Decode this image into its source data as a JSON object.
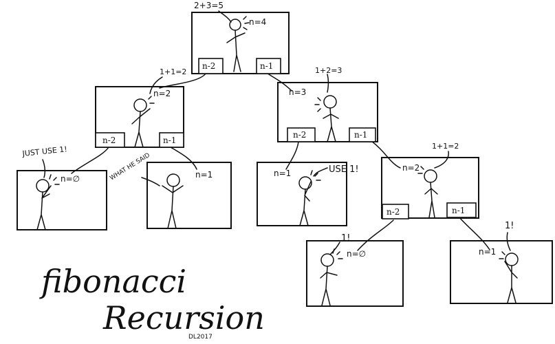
{
  "title": {
    "line1": "fibonacci",
    "line2": "Recursion",
    "signature": "DL2017"
  },
  "nodes": {
    "root": {
      "n": "n=4",
      "result": "2+3=5",
      "tab_left": "n-2",
      "tab_right": "n-1"
    },
    "mid_left": {
      "n": "n=2",
      "result": "1+1=2",
      "tab_left": "n-2",
      "tab_right": "n-1"
    },
    "mid_right": {
      "n": "n=3",
      "result": "1+2=3",
      "tab_left": "n-2",
      "tab_right": "n-1"
    },
    "leaf_a": {
      "n": "n=∅",
      "speech": "JUST USE 1!"
    },
    "leaf_b": {
      "n": "n=1",
      "speech": "WHAT HE SAID"
    },
    "leaf_c": {
      "n": "n=1",
      "speech": "USE 1!"
    },
    "sub_right": {
      "n": "n=2",
      "result": "1+1=2",
      "tab_left": "n-2",
      "tab_right": "n-1"
    },
    "leaf_d": {
      "n": "n=∅",
      "speech": "1!"
    },
    "leaf_e": {
      "n": "n=1",
      "speech": "1!"
    }
  }
}
